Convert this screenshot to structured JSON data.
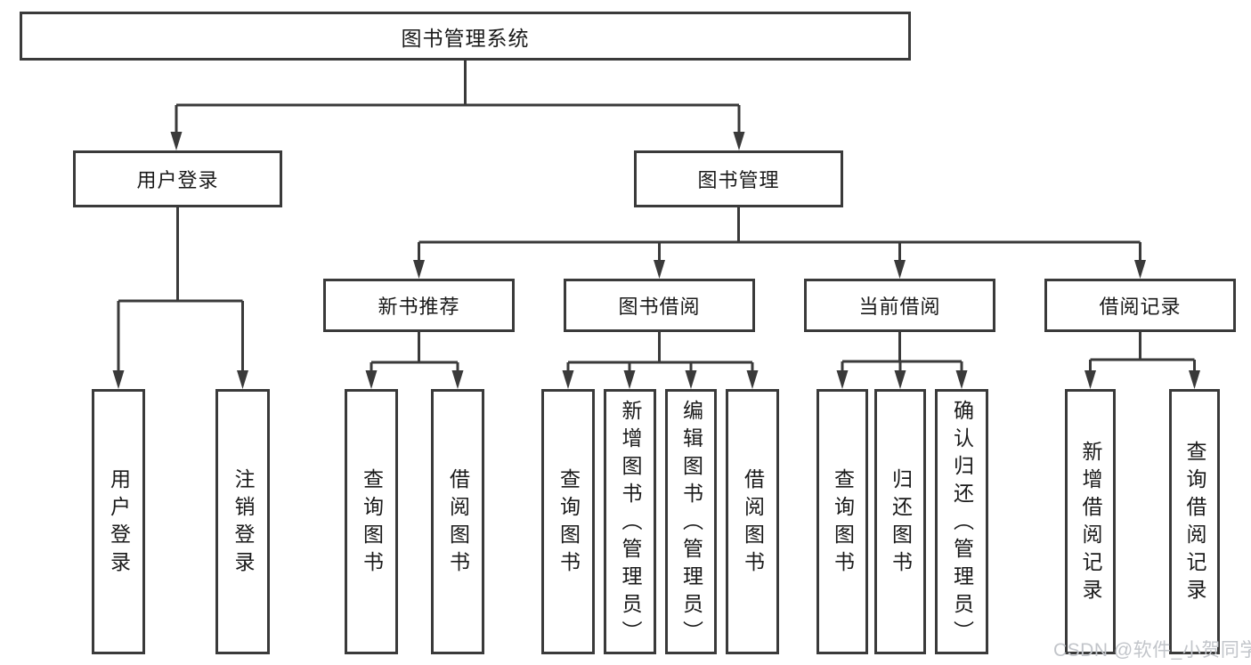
{
  "diagram": {
    "root": {
      "label": "图书管理系统"
    },
    "branches": [
      {
        "label": "用户登录",
        "children": [
          {
            "label": "用户登录"
          },
          {
            "label": "注销登录"
          }
        ]
      },
      {
        "label": "图书管理",
        "sections": [
          {
            "label": "新书推荐",
            "children": [
              {
                "label": "查询图书"
              },
              {
                "label": "借阅图书"
              }
            ]
          },
          {
            "label": "图书借阅",
            "children": [
              {
                "label": "查询图书"
              },
              {
                "label": "新增图书（管理员）"
              },
              {
                "label": "编辑图书（管理员）"
              },
              {
                "label": "借阅图书"
              }
            ]
          },
          {
            "label": "当前借阅",
            "children": [
              {
                "label": "查询图书"
              },
              {
                "label": "归还图书"
              },
              {
                "label": "确认归还（管理员）"
              }
            ]
          },
          {
            "label": "借阅记录",
            "children": [
              {
                "label": "新增借阅记录"
              },
              {
                "label": "查询借阅记录"
              }
            ]
          }
        ]
      }
    ]
  },
  "watermark": {
    "text": "CSDN @软件_小贺同学",
    "color": "#c2c5ca"
  },
  "colors": {
    "line": "#3a3a3a",
    "node_text": "#1a1a1a",
    "background": "#ffffff"
  }
}
